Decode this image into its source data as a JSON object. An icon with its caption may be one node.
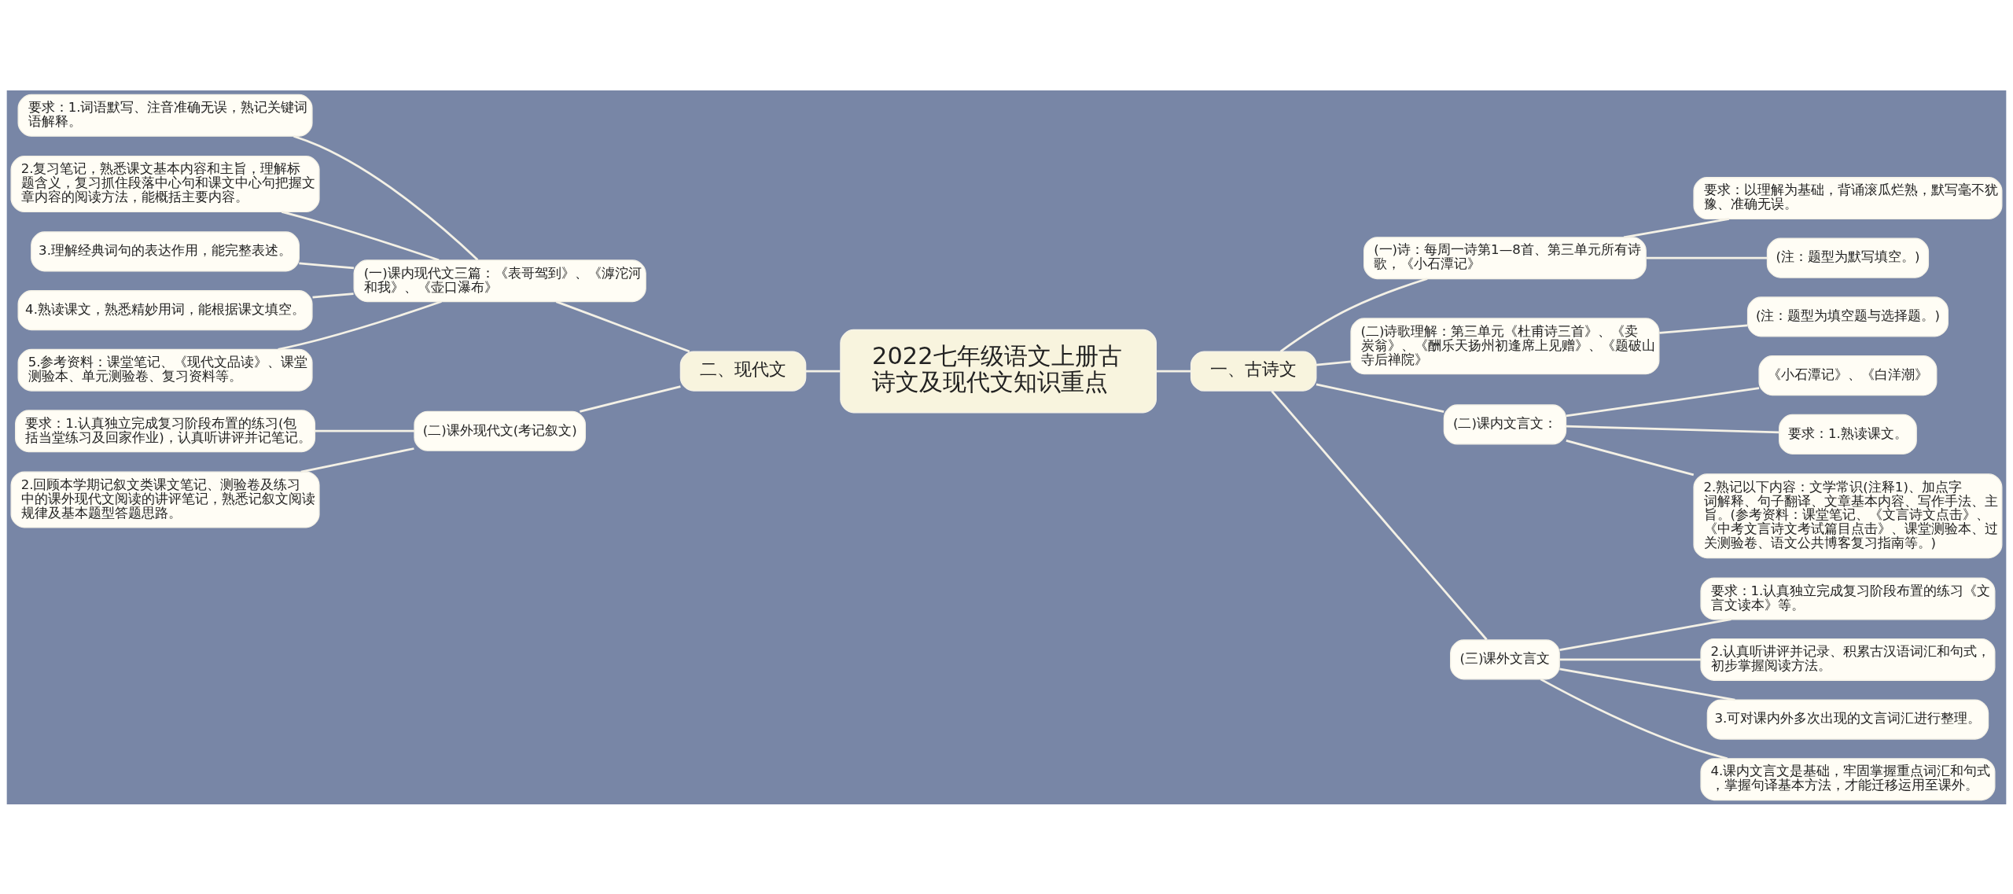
{
  "diagram": {
    "nodes": [
      {
        "text": [
          "2022七年级语文上册古诗文及现代文知识重点"
        ]
      },
      {
        "text": [
          "一、古诗文"
        ]
      },
      {
        "text": [
          "(一)诗：每周一诗第1—8首、第三单元所有诗歌，《小石潭记》"
        ]
      },
      {
        "text": [
          "要求：以理解为基础，背诵滚瓜烂熟，默写毫不犹豫、准确无误。"
        ]
      },
      {
        "text": [
          "(注：题型为默写填空。)"
        ]
      },
      {
        "text": [
          "(二)诗歌理解：第三单元《杜甫诗三首》、《卖炭翁》、《酬乐天扬州初逢席上见赠》、《题破山寺后禅院》"
        ]
      },
      {
        "text": [
          "(注：题型为填空题与选择题。)"
        ]
      },
      {
        "text": [
          "(二)课内文言文："
        ]
      },
      {
        "text": [
          "《小石潭记》、《白洋潮》"
        ]
      },
      {
        "text": [
          "要求：1.熟读课文。"
        ]
      },
      {
        "text": [
          "2.熟记以下内容：文学常识(注释1)、加点字词解释、句子翻译、文章基本内容、写作手法、主旨。(参考资料：课堂笔记、《文言诗文点击》、《中考文言诗文考试篇目点击》、课堂测验本、过关测验卷、语文公共博客复习指南等。)"
        ]
      },
      {
        "text": [
          "(三)课外文言文"
        ]
      },
      {
        "text": [
          "要求：1.认真独立完成复习阶段布置的练习《文言文读本》等。"
        ]
      },
      {
        "text": [
          "2.认真听讲评并记录、积累古汉语词汇和句式，初步掌握阅读方法。"
        ]
      },
      {
        "text": [
          "3.可对课内外多次出现的文言词汇进行整理。"
        ]
      },
      {
        "text": [
          "4.课内文言文是基础，牢固掌握重点词汇和句式，掌握句译基本方法，才能迁移运用至课外。"
        ]
      },
      {
        "text": [
          "二、现代文"
        ]
      },
      {
        "text": [
          "(一)课内现代文三篇：《表哥驾到》、《滹沱河和我》、《壶口瀑布》"
        ]
      },
      {
        "text": [
          "要求：1.词语默写、注音准确无误，熟记关键词语解释。"
        ]
      },
      {
        "text": [
          "2.复习笔记，熟悉课文基本内容和主旨，理解标题含义，复习抓住段落中心句和课文中心句把握文章内容的阅读方法，能概括主要内容。"
        ]
      },
      {
        "text": [
          "3.理解经典词句的表达作用，能完整表述。"
        ]
      },
      {
        "text": [
          "4.熟读课文，熟悉精妙用词，能根据课文填空。"
        ]
      },
      {
        "text": [
          "5.参考资料：课堂笔记、《现代文品读》、课堂测验本、单元测验卷、复习资料等。"
        ]
      },
      {
        "text": [
          "(二)课外现代文(考记叙文)"
        ]
      },
      {
        "text": [
          "要求：1.认真独立完成复习阶段布置的练习(包括当堂练习及回家作业)，认真听讲评并记笔记。"
        ]
      },
      {
        "text": [
          "2.回顾本学期记叙文类课文笔记、测验卷及练习中的课外现代文阅读的讲评笔记，熟悉记叙文阅读规律及基本题型答题思路。"
        ]
      }
    ],
    "edges": [
      {
        "from": 0,
        "to": 1,
        "arrow": "none"
      },
      {
        "from": 1,
        "to": 2,
        "arrow": "none"
      },
      {
        "from": 2,
        "to": 3,
        "arrow": "none"
      },
      {
        "from": 2,
        "to": 4,
        "arrow": "none"
      },
      {
        "from": 1,
        "to": 5,
        "arrow": "none"
      },
      {
        "from": 5,
        "to": 6,
        "arrow": "none"
      },
      {
        "from": 1,
        "to": 7,
        "arrow": "none"
      },
      {
        "from": 7,
        "to": 8,
        "arrow": "none"
      },
      {
        "from": 7,
        "to": 9,
        "arrow": "none"
      },
      {
        "from": 7,
        "to": 10,
        "arrow": "none"
      },
      {
        "from": 1,
        "to": 11,
        "arrow": "none"
      },
      {
        "from": 11,
        "to": 12,
        "arrow": "none"
      },
      {
        "from": 11,
        "to": 13,
        "arrow": "none"
      },
      {
        "from": 11,
        "to": 14,
        "arrow": "none"
      },
      {
        "from": 11,
        "to": 15,
        "arrow": "none"
      },
      {
        "from": 0,
        "to": 16,
        "arrow": "none"
      },
      {
        "from": 16,
        "to": 17,
        "arrow": "none"
      },
      {
        "from": 17,
        "to": 18,
        "arrow": "none"
      },
      {
        "from": 17,
        "to": 19,
        "arrow": "none"
      },
      {
        "from": 17,
        "to": 20,
        "arrow": "none"
      },
      {
        "from": 17,
        "to": 21,
        "arrow": "none"
      },
      {
        "from": 17,
        "to": 22,
        "arrow": "none"
      },
      {
        "from": 16,
        "to": 23,
        "arrow": "none"
      },
      {
        "from": 23,
        "to": 24,
        "arrow": "none"
      },
      {
        "from": 23,
        "to": 25,
        "arrow": "none"
      }
    ]
  }
}
